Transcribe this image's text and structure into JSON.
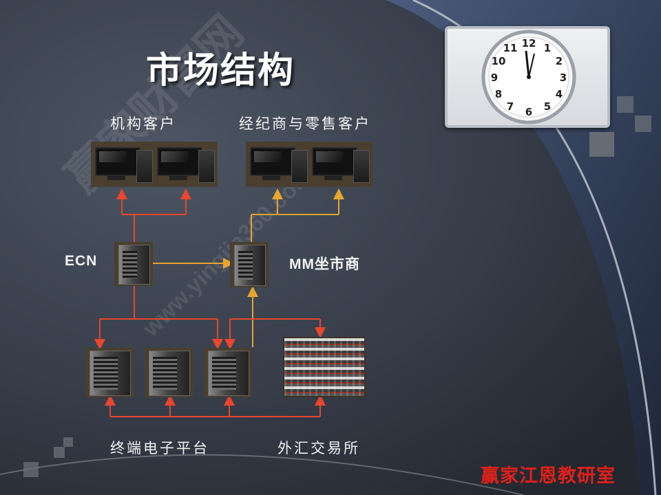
{
  "slide": {
    "title": "市场结构",
    "nodes": {
      "institutional_clients": "机构客户",
      "broker_retail_clients": "经纪商与零售客户",
      "ecn": "ECN",
      "market_maker": "MM坐市商",
      "electronic_platforms": "终端电子平台",
      "fx_exchange": "外汇交易所"
    },
    "watermark": "赢家财富网",
    "watermark_url": "www.yingjia360.com",
    "stamp": "赢家江恩教研室"
  },
  "colors": {
    "arrow_red": "#e8462e",
    "arrow_orange": "#e8a52e",
    "stamp_red": "#e0201a"
  },
  "icons": [
    "computer-icon",
    "server-icon",
    "trading-floor-image",
    "clock-image"
  ]
}
